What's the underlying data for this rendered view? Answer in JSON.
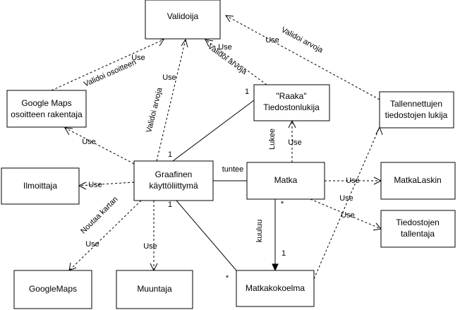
{
  "nodes": {
    "validoija": [
      "Validoija"
    ],
    "google_maps_builder": [
      "Google Maps",
      "osoitteen rakentaja"
    ],
    "raaka": [
      "\"Raaka\"",
      "Tiedostonlukija"
    ],
    "tallennettujen": [
      "Tallennettujen",
      "tiedostojen lukija"
    ],
    "ilmoittaja": [
      "Ilmoittaja"
    ],
    "gui": [
      "Graafinen",
      "käyttöliittymä"
    ],
    "matka": [
      "Matka"
    ],
    "matkalaskin": [
      "MatkaLaskin"
    ],
    "tallentaja": [
      "Tiedostojen",
      "tallentaja"
    ],
    "googlemaps": [
      "GoogleMaps"
    ],
    "muuntaja": [
      "Muuntaja"
    ],
    "matkakokoelma": [
      "Matkakokoelma"
    ]
  },
  "edges": {
    "validoi_osoitteen": "Validoi osoitteen",
    "validoi_arvoja": "Validoi arvoja",
    "use": "Use",
    "lukee": "Lukee",
    "tuntee": "tuntee",
    "kuuluu": "kuuluu",
    "noutaa_kartan": "Noutaa kartan"
  },
  "multiplicity": {
    "one": "1",
    "many": "*"
  }
}
